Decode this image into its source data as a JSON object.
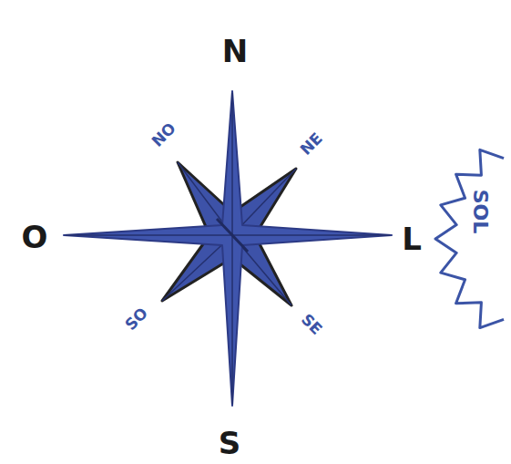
{
  "diagram": {
    "nodes": [
      {
        "text": [
          "SOL"
        ]
      }
    ],
    "labels": [
      "N",
      "NO",
      "NE",
      "O",
      "L",
      "SO",
      "SE",
      "S"
    ]
  }
}
